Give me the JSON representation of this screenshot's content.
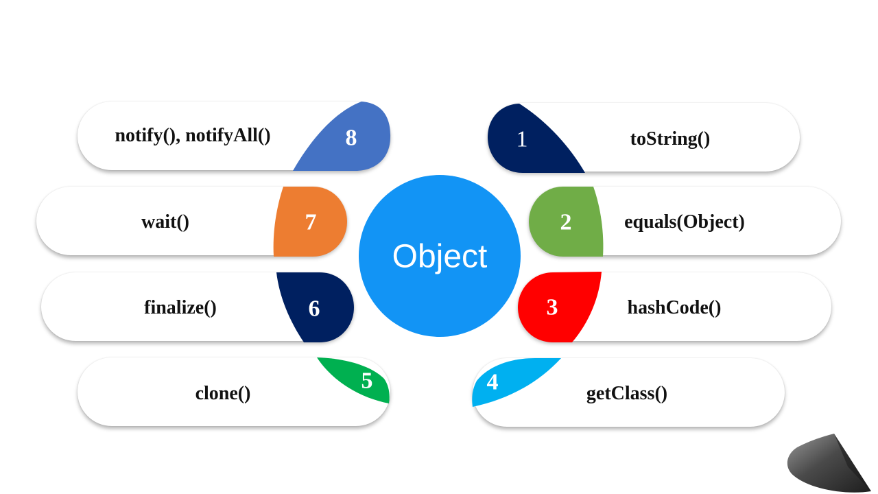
{
  "center": {
    "label": "Object"
  },
  "methods": [
    {
      "number": "1",
      "label": "toString()",
      "color": "#002060"
    },
    {
      "number": "2",
      "label": "equals(Object)",
      "color": "#70ad47"
    },
    {
      "number": "3",
      "label": "hashCode()",
      "color": "#ff0000"
    },
    {
      "number": "4",
      "label": "getClass()",
      "color": "#00b0f0"
    },
    {
      "number": "5",
      "label": "clone()",
      "color": "#00b050"
    },
    {
      "number": "6",
      "label": "finalize()",
      "color": "#002060"
    },
    {
      "number": "7",
      "label": "wait()",
      "color": "#ed7d31"
    },
    {
      "number": "8",
      "label": "notify(), notifyAll()",
      "color": "#4472c4"
    }
  ],
  "decoration": {
    "cone_color": "#4a4a4a"
  }
}
